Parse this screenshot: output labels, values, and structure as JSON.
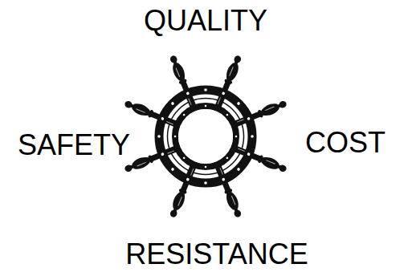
{
  "diagram": {
    "labels": [
      "QUALITY",
      "SAFETY",
      "COST",
      "RESISTANCE"
    ]
  }
}
